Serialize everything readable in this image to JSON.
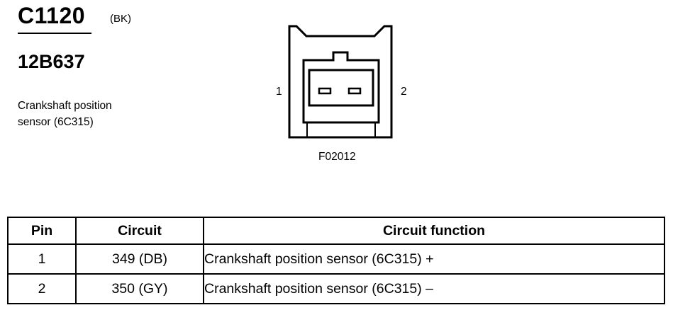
{
  "connector": {
    "id": "C1120",
    "color": "(BK)",
    "part_number": "12B637",
    "description_line1": "Crankshaft position",
    "description_line2": "sensor (6C315)"
  },
  "diagram": {
    "pin_left_label": "1",
    "pin_right_label": "2",
    "figure_id": "F02012"
  },
  "table": {
    "headers": [
      "Pin",
      "Circuit",
      "Circuit function"
    ],
    "rows": [
      {
        "pin": "1",
        "circuit": "349 (DB)",
        "function": "Crankshaft position sensor (6C315) +"
      },
      {
        "pin": "2",
        "circuit": "350 (GY)",
        "function": "Crankshaft position sensor (6C315) –"
      }
    ]
  }
}
